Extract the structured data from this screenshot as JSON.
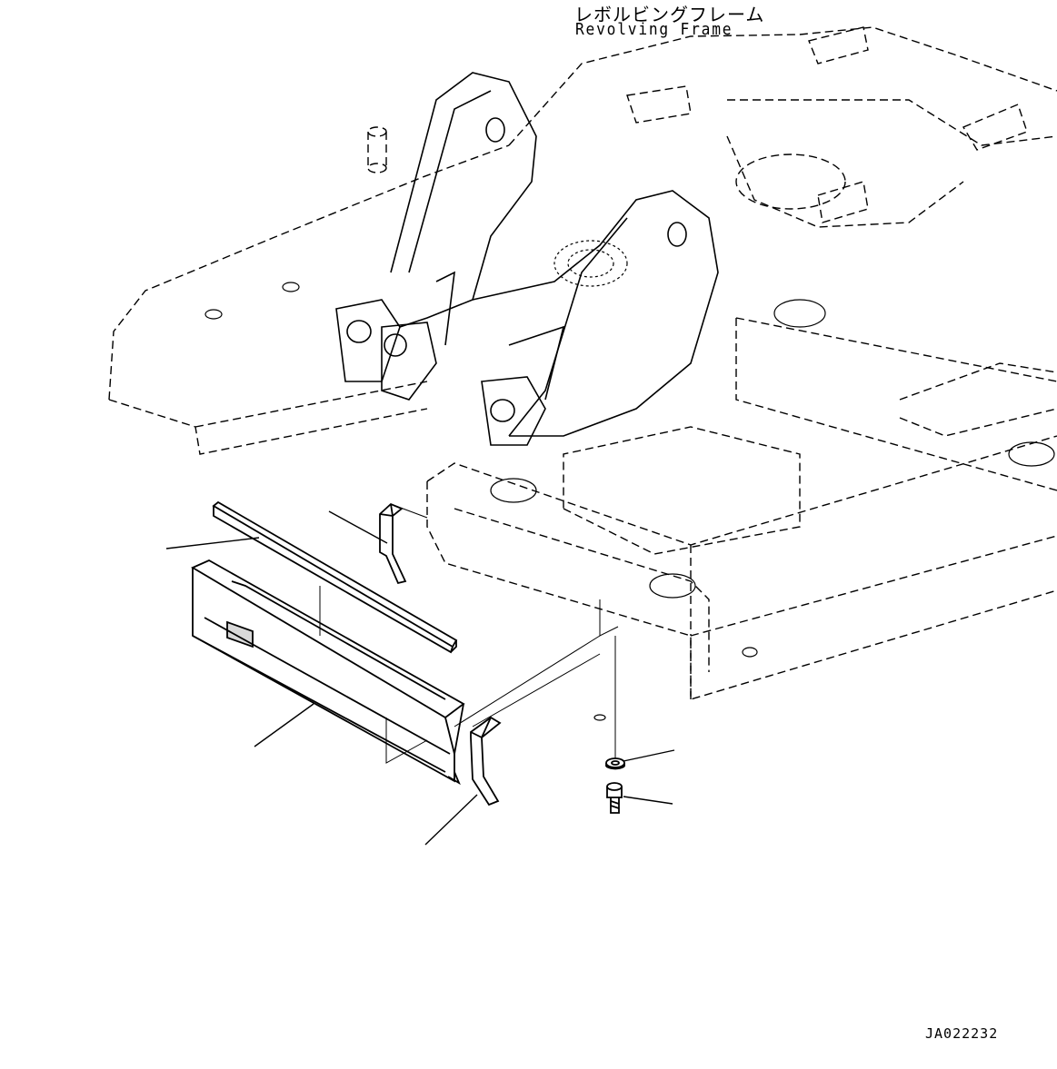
{
  "callout": {
    "label_jp": "レボルビングフレーム",
    "label_en": "Revolving Frame"
  },
  "drawing_code": "JA022232",
  "parts": [
    {
      "name": "seal-strip"
    },
    {
      "name": "bracket-upper"
    },
    {
      "name": "cover-plate"
    },
    {
      "name": "bracket-lower"
    },
    {
      "name": "washer"
    },
    {
      "name": "bolt"
    }
  ],
  "colors": {
    "line": "#000000",
    "background": "#ffffff"
  }
}
